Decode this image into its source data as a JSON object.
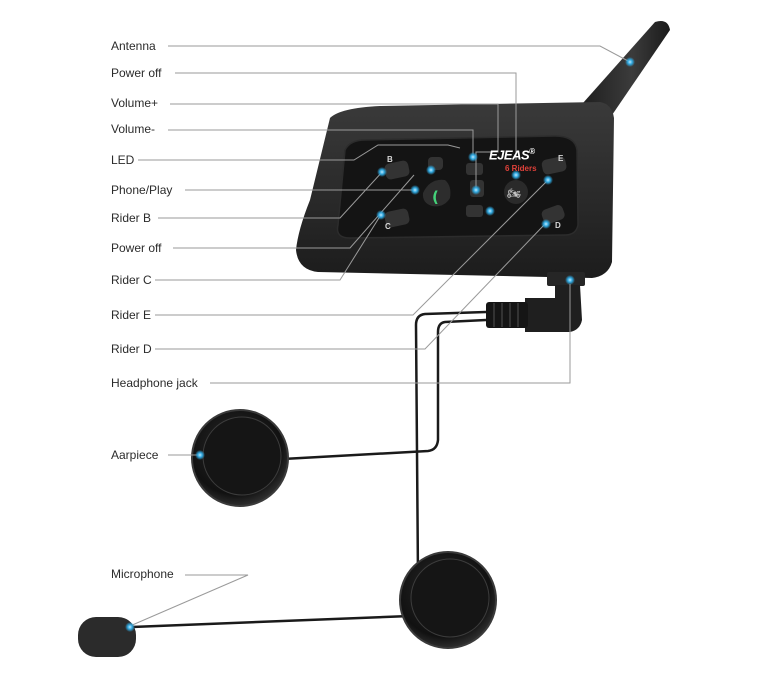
{
  "diagram": {
    "product_brand": "EJEAS",
    "product_brand_mark": "®",
    "product_subtitle": "6 Riders",
    "button_letters": {
      "b": "B",
      "c": "C",
      "d": "D",
      "e": "E"
    },
    "accent_color": "#2fa8e0",
    "labels": [
      {
        "id": "antenna",
        "text": "Antenna"
      },
      {
        "id": "power-off-top",
        "text": "Power off"
      },
      {
        "id": "volume-plus",
        "text": "Volume+"
      },
      {
        "id": "volume-minus",
        "text": "Volume-"
      },
      {
        "id": "led",
        "text": "LED"
      },
      {
        "id": "phone-play",
        "text": "Phone/Play"
      },
      {
        "id": "rider-b",
        "text": "Rider B"
      },
      {
        "id": "power-off-bottom",
        "text": "Power off"
      },
      {
        "id": "rider-c",
        "text": "Rider C"
      },
      {
        "id": "rider-e",
        "text": "Rider E"
      },
      {
        "id": "rider-d",
        "text": "Rider D"
      },
      {
        "id": "headphone-jack",
        "text": "Headphone jack"
      },
      {
        "id": "earpiece",
        "text": "Aarpiece"
      },
      {
        "id": "microphone",
        "text": "Microphone"
      }
    ]
  }
}
